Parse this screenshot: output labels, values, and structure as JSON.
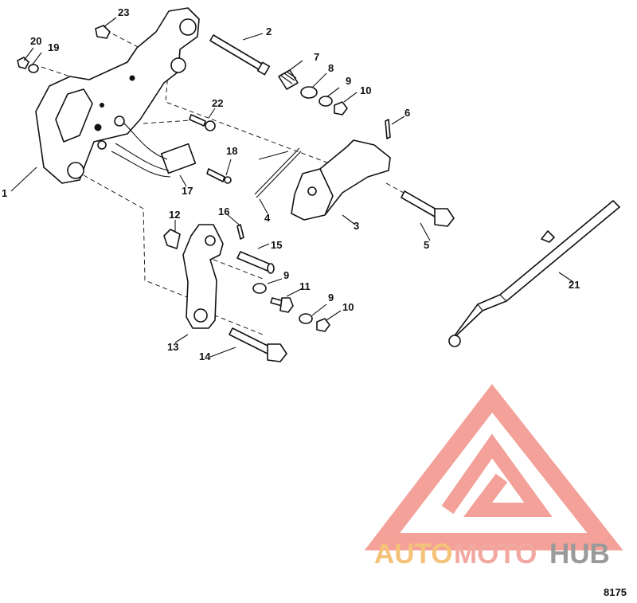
{
  "callouts": [
    "1",
    "2",
    "3",
    "4",
    "5",
    "6",
    "7",
    "8",
    "9",
    "10",
    "11",
    "12",
    "13",
    "14",
    "15",
    "16",
    "17",
    "18",
    "19",
    "20",
    "21",
    "22",
    "23"
  ],
  "repeat_labels": {
    "nine_b": "9",
    "nine_c": "9",
    "ten_b": "10"
  },
  "figure_number": "8175",
  "watermark": {
    "part1": "AUTO",
    "part2": "MOTO",
    "part3": "HUB",
    "color1": "#f5c27a",
    "color2": "#f2a8a0",
    "color3": "#9a9a9a",
    "mark_color": "#f2978e"
  }
}
